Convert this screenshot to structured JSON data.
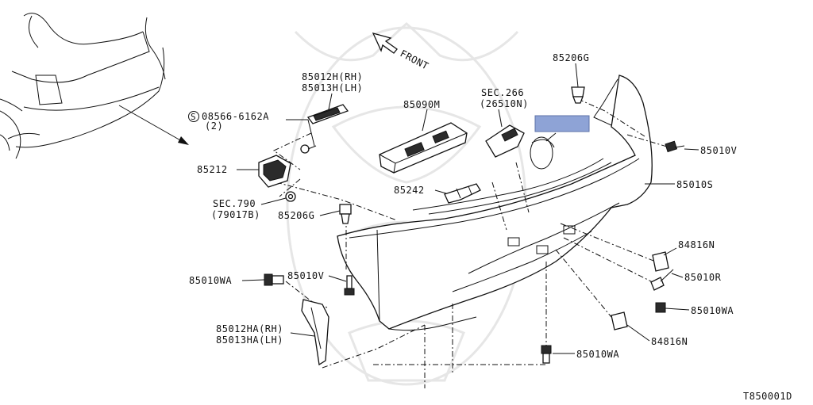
{
  "diagram_id": "T850001D",
  "direction_label": "FRONT",
  "highlight_color": "#8ea3d6",
  "parts": {
    "p85206g_top": "85206G",
    "p85010v_right": "85010V",
    "p85010s": "85010S",
    "p84816n_top": "84816N",
    "p85010r": "85010R",
    "p85010wa_right": "85010WA",
    "p84816n_bottom": "84816N",
    "p85010wa_bottom": "85010WA",
    "p85010wa_left": "85010WA",
    "p85010v_left": "85010V",
    "p85012ha": "85012HA(RH)",
    "p85013ha": "85013HA(LH)",
    "p85206g_left": "85206G",
    "sec790": "SEC.790",
    "sec790_ref": "(79017B)",
    "p85212": "85212",
    "screw_code": "08566-6162A",
    "screw_qty": "(2)",
    "screw_symbol": "S",
    "p85012h": "85012H(RH)",
    "p85013h": "85013H(LH)",
    "p85090m": "85090M",
    "sec266": "SEC.266",
    "sec266_ref": "(26510N)",
    "p85242": "85242"
  }
}
